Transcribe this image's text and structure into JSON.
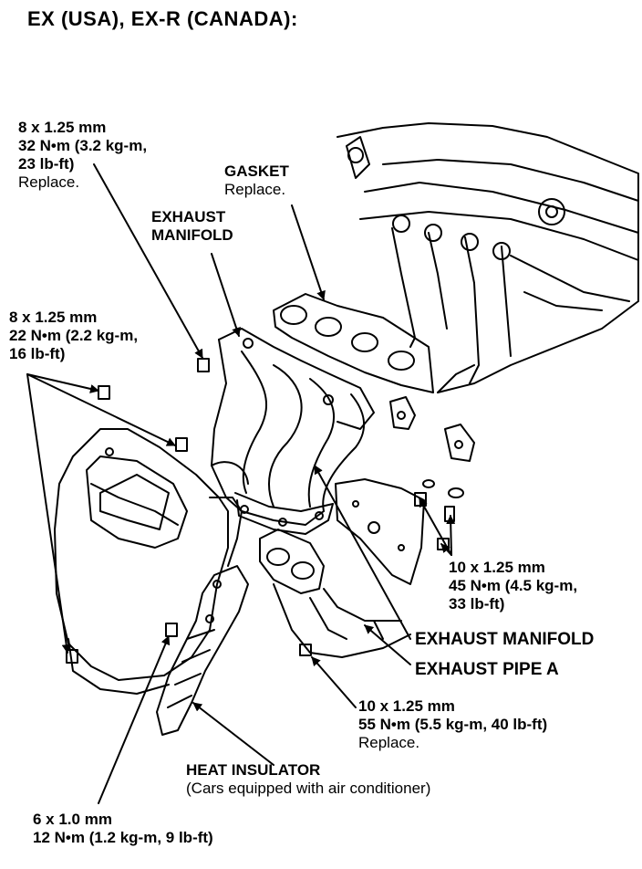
{
  "title": "EX (USA), EX-R (CANADA):",
  "callouts": {
    "bolt_upper": {
      "size": "8 x 1.25 mm",
      "torque": "32 N•m (3.2 kg-m,",
      "torque_cont": "23 lb-ft)",
      "note": "Replace."
    },
    "gasket": {
      "name": "GASKET",
      "note": "Replace."
    },
    "exhaust_manifold_top": {
      "line1": "EXHAUST",
      "line2": "MANIFOLD"
    },
    "bolt_cover": {
      "size": "8 x 1.25 mm",
      "torque": "22 N•m (2.2 kg-m,",
      "torque_cont": "16 lb-ft)"
    },
    "bolt_bracket": {
      "size": "10 x 1.25 mm",
      "torque": "45 N•m (4.5 kg-m,",
      "torque_cont": "33 lb-ft)"
    },
    "exhaust_manifold_right": {
      "name": "EXHAUST MANIFOLD"
    },
    "exhaust_pipe_a": {
      "name": "EXHAUST PIPE A"
    },
    "nut_pipe": {
      "size": "10 x 1.25 mm",
      "torque": "55 N•m (5.5 kg-m, 40 lb-ft)",
      "note": "Replace."
    },
    "heat_insulator": {
      "name": "HEAT INSULATOR",
      "note": "(Cars equipped with air conditioner)"
    },
    "bolt_insulator": {
      "size": "6 x 1.0 mm",
      "torque": "12 N•m (1.2 kg-m, 9 lb-ft)"
    }
  }
}
